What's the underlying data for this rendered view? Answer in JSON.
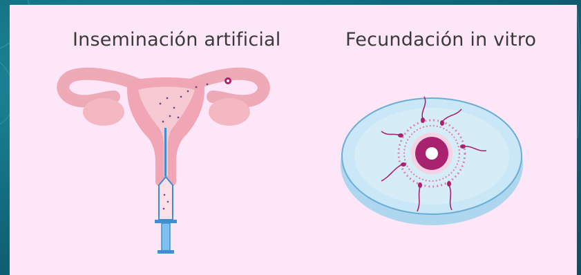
{
  "panels": [
    {
      "caption": "Inseminación artificial",
      "illustration": "uterus-syringe-illustration"
    },
    {
      "caption": "Fecundación in vitro",
      "illustration": "petri-dish-illustration"
    }
  ],
  "colors": {
    "panel_bg": "#fce6f7",
    "uterus": "#f0a6b4",
    "uterus_inner": "#f6c5cf",
    "egg": "#a8226f",
    "dish": "#bfe0f2",
    "dish_edge": "#6aaed6",
    "syringe": "#3d8fd0"
  }
}
